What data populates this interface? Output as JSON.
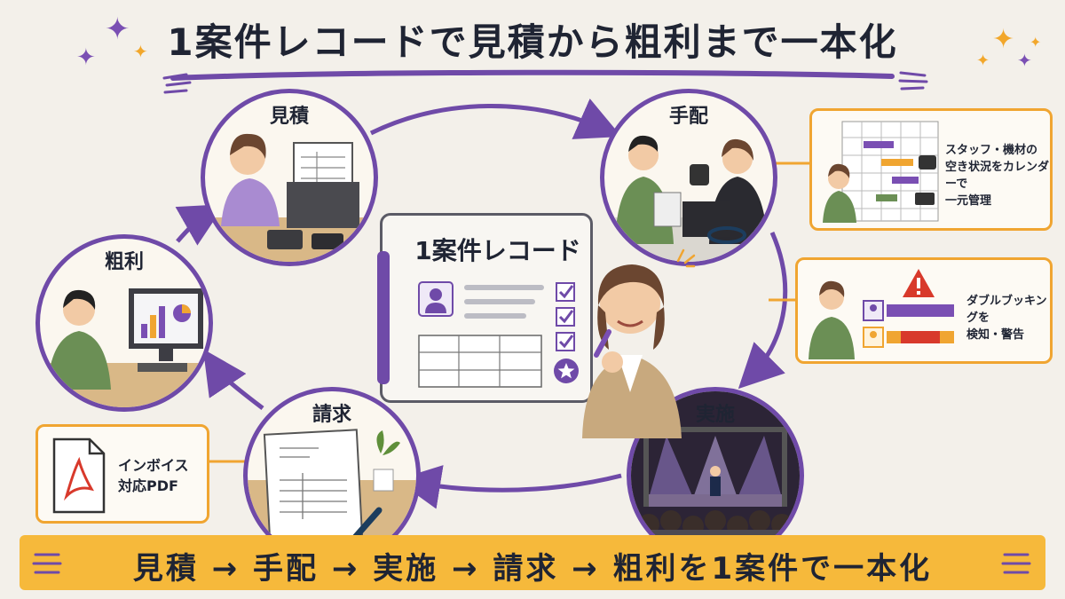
{
  "title": "1案件レコードで見積から粗利まで一本化",
  "center_card": {
    "title": "1案件レコード"
  },
  "stages": {
    "mitsumori": {
      "label": "見積"
    },
    "tehai": {
      "label": "手配"
    },
    "jisshi": {
      "label": "実施"
    },
    "seikyu": {
      "label": "請求"
    },
    "arari": {
      "label": "粗利"
    }
  },
  "callouts": {
    "calendar": {
      "line1": "スタッフ・機材の",
      "line2": "空き状況をカレンダーで",
      "line3": "一元管理"
    },
    "double_booking": {
      "line1": "ダブルブッキングを",
      "line2": "検知・警告"
    },
    "invoice": {
      "line1": "インボイス",
      "line2": "対応PDF"
    }
  },
  "banner": {
    "text": "見積 → 手配 → 実施 → 請求 → 粗利を1案件で一本化"
  },
  "colors": {
    "purple": "#6f4aa8",
    "orange": "#f0a531",
    "banner": "#f6b93b",
    "warning": "#d8392b"
  }
}
